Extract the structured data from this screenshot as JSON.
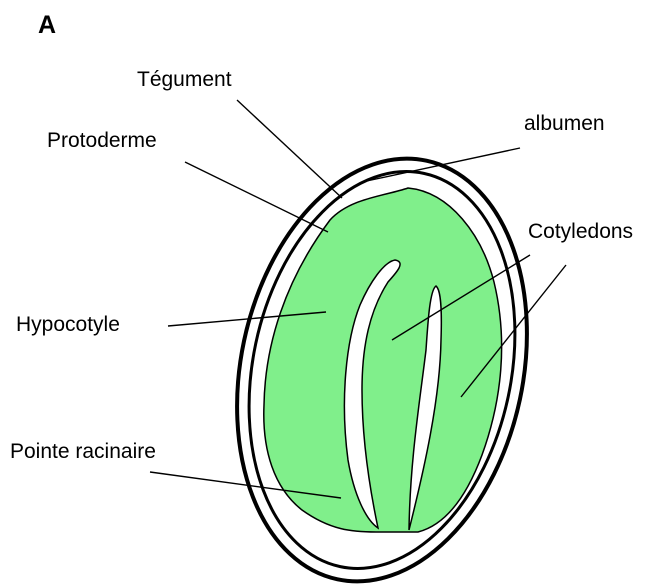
{
  "panel_letter": "A",
  "labels": {
    "tegument": "Tégument",
    "albumen": "albumen",
    "protoderme": "Protoderme",
    "cotyledons": "Cotyledons",
    "hypocotyle": "Hypocotyle",
    "pointe_racinaire": "Pointe racinaire"
  },
  "colors": {
    "embryo_fill": "#80EF8B",
    "outline": "#000000",
    "background": "#FFFFFF"
  }
}
